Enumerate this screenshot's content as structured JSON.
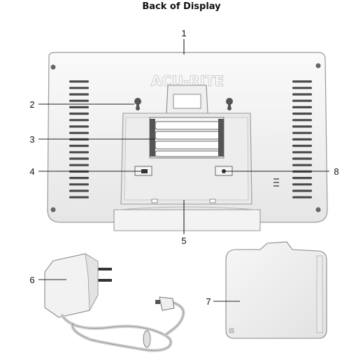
{
  "title": "Back of Display",
  "brand_logo": "ACU-RITE",
  "callouts": [
    {
      "number": "1"
    },
    {
      "number": "2"
    },
    {
      "number": "3"
    },
    {
      "number": "4"
    },
    {
      "number": "5"
    },
    {
      "number": "6"
    },
    {
      "number": "7"
    },
    {
      "number": "8"
    }
  ],
  "colors": {
    "housing": "#f1f1f1",
    "outline": "#9a9a9a",
    "vent": "#4a4a4a",
    "line": "#222222"
  }
}
